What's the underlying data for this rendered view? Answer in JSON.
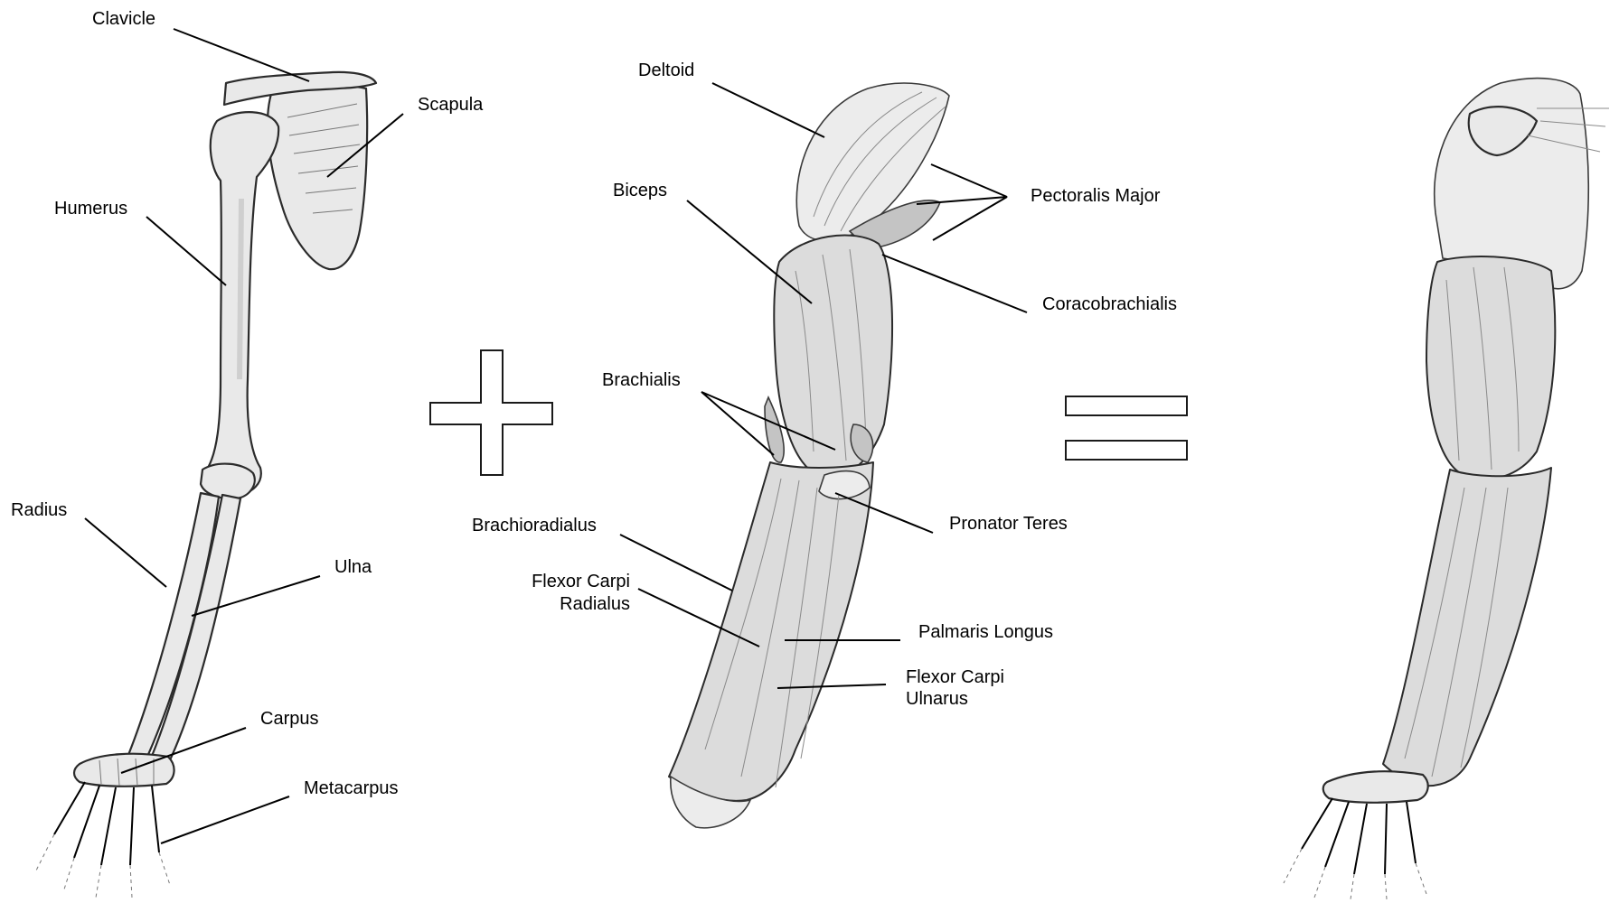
{
  "skeleton": {
    "labels": {
      "clavicle": "Clavicle",
      "scapula": "Scapula",
      "humerus": "Humerus",
      "radius": "Radius",
      "ulna": "Ulna",
      "carpus": "Carpus",
      "metacarpus": "Metacarpus"
    }
  },
  "muscles": {
    "labels": {
      "deltoid": "Deltoid",
      "biceps": "Biceps",
      "pectoralis_major": "Pectoralis Major",
      "coracobrachialis": "Coracobrachialis",
      "brachialis": "Brachialis",
      "pronator_teres": "Pronator Teres",
      "brachioradialus": "Brachioradialus",
      "flexor_carpi_radialus_1": "Flexor Carpi",
      "flexor_carpi_radialus_2": "Radialus",
      "palmaris_longus": "Palmaris Longus",
      "flexor_carpi_ulnarus_1": "Flexor Carpi",
      "flexor_carpi_ulnarus_2": "Ulnarus"
    }
  },
  "operators": {
    "plus": "plus-sign",
    "equals": "equals-sign"
  }
}
